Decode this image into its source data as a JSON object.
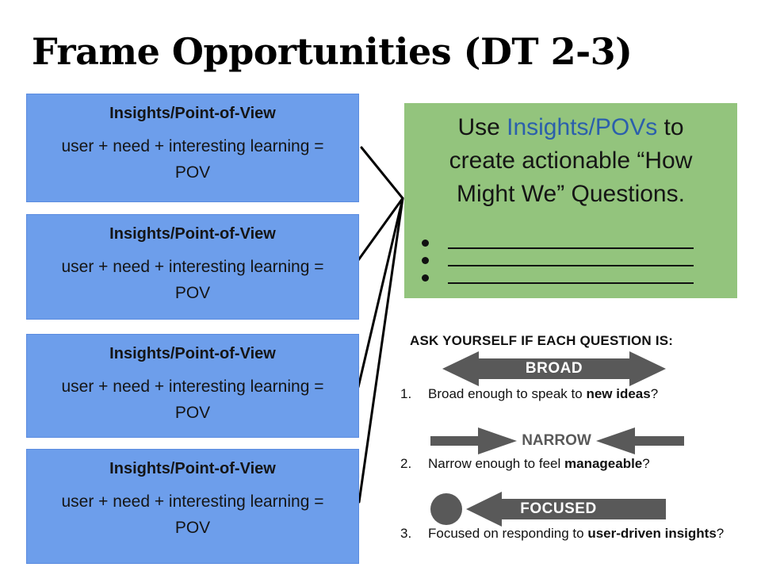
{
  "slide": {
    "title": "Frame Opportunities (DT 2-3)"
  },
  "pov_boxes": [
    {
      "header": "Insights/Point-of-View",
      "body_line1": "user + need + interesting learning =",
      "body_line2": "POV"
    },
    {
      "header": "Insights/Point-of-View",
      "body_line1": "user + need + interesting learning =",
      "body_line2": "POV"
    },
    {
      "header": "Insights/Point-of-View",
      "body_line1": "user + need + interesting learning =",
      "body_line2": "POV"
    },
    {
      "header": "Insights/Point-of-View",
      "body_line1": "user + need + interesting learning =",
      "body_line2": "POV"
    }
  ],
  "green_box": {
    "line1_pre": "Use ",
    "line1_link": "Insights/POVs",
    "line1_post": " to",
    "line2": "create actionable “How",
    "line3": "Might We” Questions.",
    "blanks": [
      "",
      "",
      ""
    ]
  },
  "checklist": {
    "heading": "ASK YOURSELF IF EACH QUESTION IS:",
    "items": [
      {
        "num": "1.",
        "pre": "Broad enough to speak to ",
        "bold": "new ideas",
        "post": "?",
        "arrow_label": "BROAD"
      },
      {
        "num": "2.",
        "pre": "Narrow enough to feel ",
        "bold": "manageable",
        "post": "?",
        "arrow_label": "NARROW"
      },
      {
        "num": "3.",
        "pre": "Focused on responding to ",
        "bold": "user-driven insights",
        "post": "?",
        "arrow_label": "FOCUSED"
      }
    ]
  },
  "colors": {
    "pov_blue": "#6D9EEB",
    "hmw_green": "#93C47D",
    "arrow_gray": "#595959",
    "link_blue": "#2B5FAC"
  }
}
